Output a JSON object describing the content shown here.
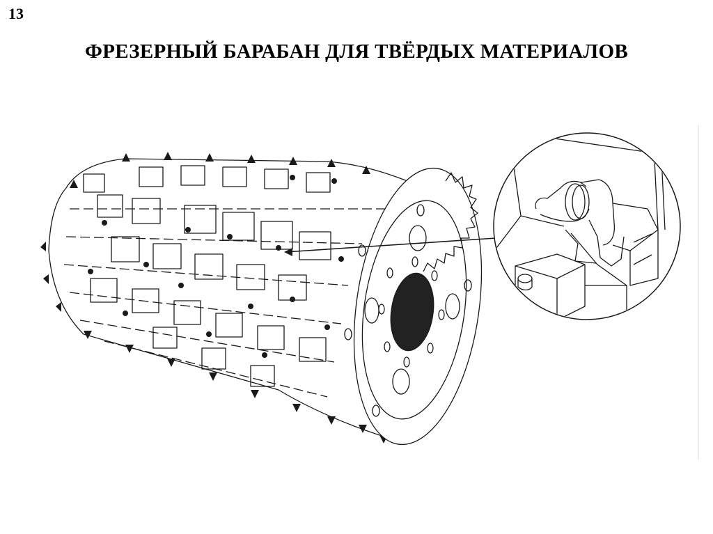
{
  "slide": {
    "number": "13",
    "title": "ФРЕЗЕРНЫЙ БАРАБАН ДЛЯ ТВЁРДЫХ МАТЕРИАЛОВ"
  },
  "figure": {
    "main_drawing": "milling-drum-illustration",
    "detail_callout": "cutter-tooth-detail-magnified",
    "colors": {
      "line": "#1a1a1a",
      "hub_fill": "#222222",
      "background": "#ffffff"
    }
  }
}
